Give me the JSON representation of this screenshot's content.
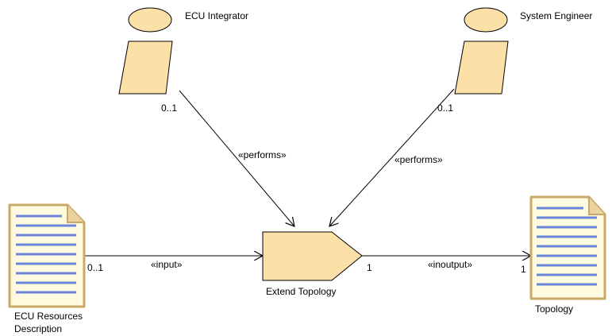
{
  "diagram": {
    "roles": [
      {
        "id": "ecu-integrator",
        "label": "ECU Integrator"
      },
      {
        "id": "system-engineer",
        "label": "System Engineer"
      }
    ],
    "task": {
      "label": "Extend Topology"
    },
    "work_products": [
      {
        "id": "ecu-resources-description",
        "label_lines": [
          "ECU Resources",
          "Description"
        ]
      },
      {
        "id": "topology",
        "label": "Topology"
      }
    ],
    "edges": [
      {
        "id": "ecu-integrator-performs",
        "stereotype": "«performs»",
        "source_multiplicity": "0..1"
      },
      {
        "id": "system-engineer-performs",
        "stereotype": "«performs»",
        "source_multiplicity": "0..1"
      },
      {
        "id": "input",
        "stereotype": "«input»",
        "source_multiplicity": "0..1"
      },
      {
        "id": "inoutput",
        "stereotype": "«inoutput»",
        "task_multiplicity": "1",
        "target_multiplicity": "1"
      }
    ],
    "colors": {
      "fill": "#fbe0a8",
      "document_border": "#c8a968",
      "document_lines": "#6a84d8",
      "line": "#000000"
    }
  }
}
